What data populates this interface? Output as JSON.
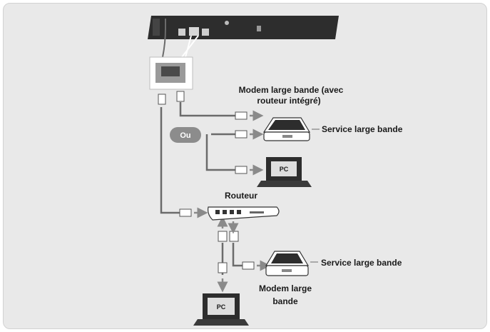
{
  "labels": {
    "modem_with_router_line1": "Modem large bande (avec",
    "modem_with_router_line2": "routeur intégré)",
    "broadband_service_1": "Service large bande",
    "or_badge": "Ou",
    "router": "Routeur",
    "broadband_service_2": "Service large bande",
    "modem_line1": "Modem large",
    "modem_line2": "bande",
    "pc_1": "PC",
    "pc_2": "PC"
  },
  "colors": {
    "background": "#e9e9e9",
    "cable": "#6b6b6b",
    "arrow": "#8a8a8a",
    "device_dark": "#2b2b2b",
    "or_badge": "#8c8c8c"
  }
}
